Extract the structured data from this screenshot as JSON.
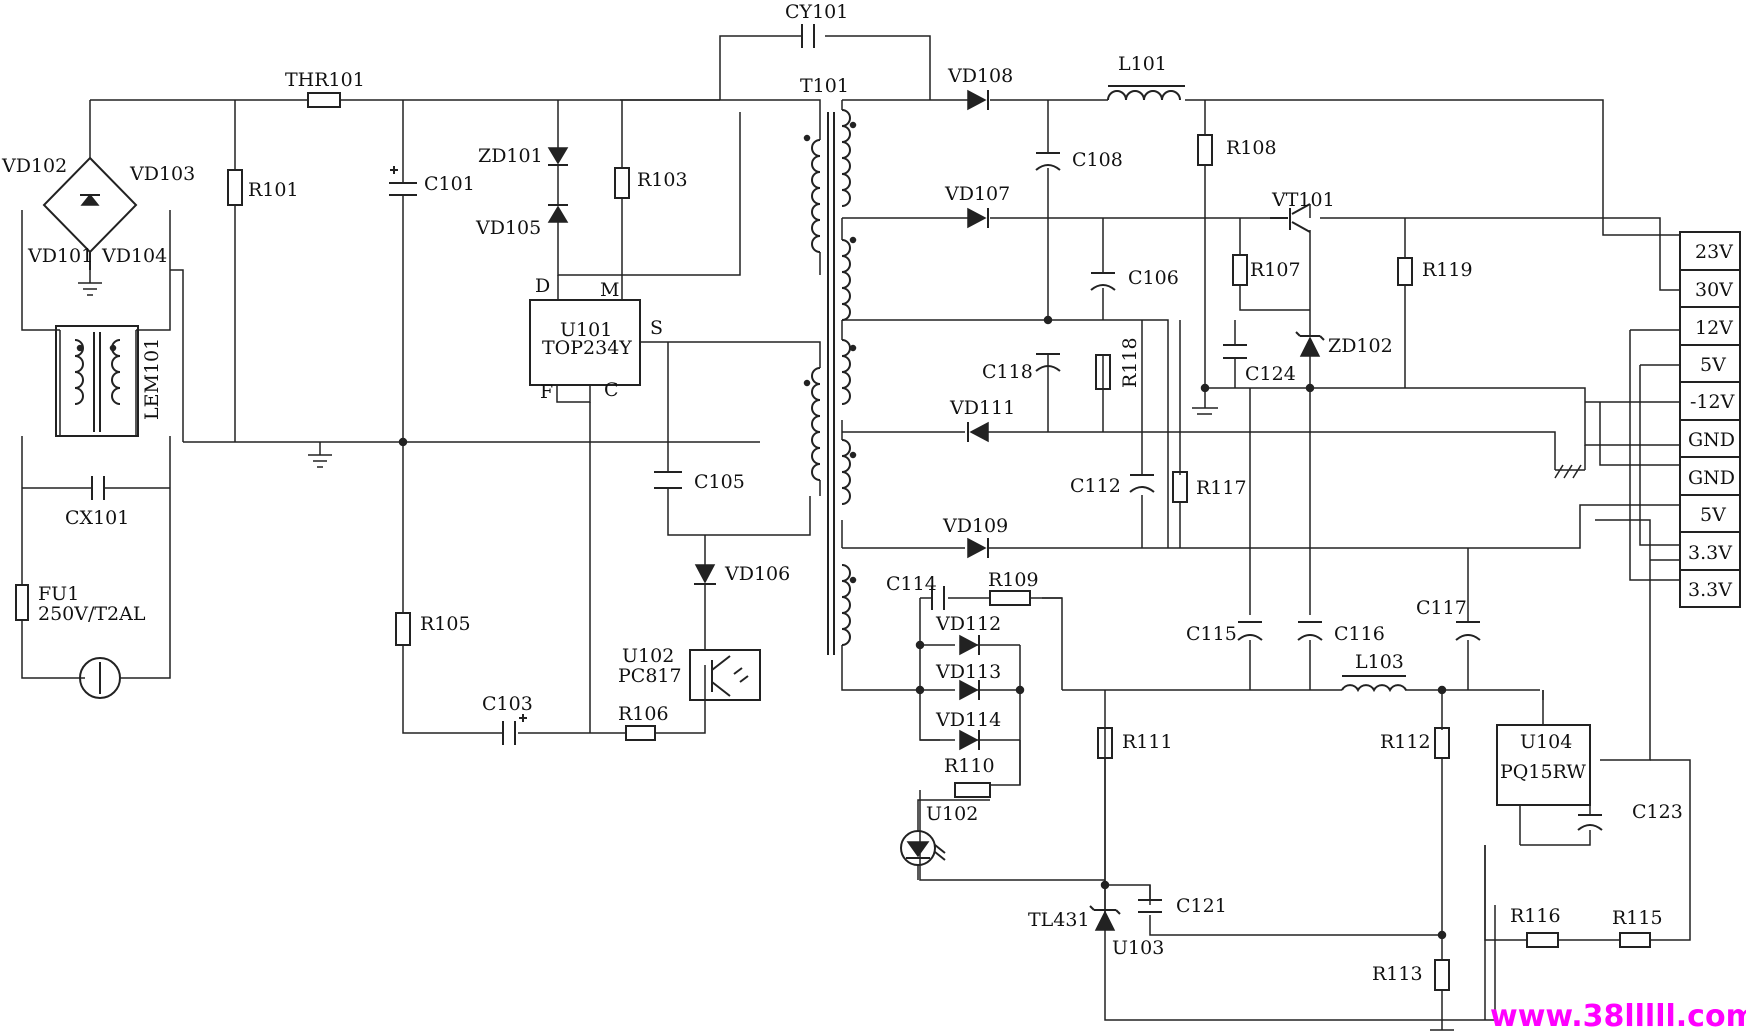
{
  "labels": {
    "CY101": "CY101",
    "T101": "T101",
    "THR101": "THR101",
    "VD102": "VD102",
    "VD103": "VD103",
    "VD101": "VD101",
    "VD104": "VD104",
    "R101": "R101",
    "C101": "C101",
    "ZD101": "ZD101",
    "VD105": "VD105",
    "R103": "R103",
    "D": "D",
    "M": "M",
    "U101": "U101",
    "TOP234Y": "TOP234Y",
    "S": "S",
    "F": "F",
    "C": "C",
    "LEM101": "LEM101",
    "CX101": "CX101",
    "FU1": "FU1",
    "FU1_rating": "250V/T2AL",
    "R105": "R105",
    "C103": "C103",
    "R106": "R106",
    "C105": "C105",
    "VD106": "VD106",
    "U102": "U102",
    "PC817": "PC817",
    "VD108": "VD108",
    "L101": "L101",
    "C108": "C108",
    "R108": "R108",
    "VD107": "VD107",
    "VT101": "VT101",
    "C106": "C106",
    "R107": "R107",
    "R119": "R119",
    "C118": "C118",
    "R118": "R118",
    "C124": "C124",
    "ZD102": "ZD102",
    "VD111": "VD111",
    "C112": "C112",
    "R117": "R117",
    "VD109": "VD109",
    "C114": "C114",
    "R109": "R109",
    "VD112": "VD112",
    "VD113": "VD113",
    "VD114": "VD114",
    "R110": "R110",
    "U102b": "U102",
    "C115": "C115",
    "C116": "C116",
    "C117": "C117",
    "L103": "L103",
    "R111": "R111",
    "R112": "R112",
    "U104": "U104",
    "PQ15RW": "PQ15RW",
    "C123": "C123",
    "TL431": "TL431",
    "U103": "U103",
    "C121": "C121",
    "R116": "R116",
    "R115": "R115",
    "R113": "R113"
  },
  "outputs": [
    "23V",
    "30V",
    "12V",
    "5V",
    "-12V",
    "GND",
    "GND",
    "5V",
    "3.3V",
    "3.3V"
  ],
  "watermark": "www.38lllll.com",
  "colors": {
    "line": "#222222",
    "watermark": "#ff00ff",
    "background": "#ffffff"
  }
}
